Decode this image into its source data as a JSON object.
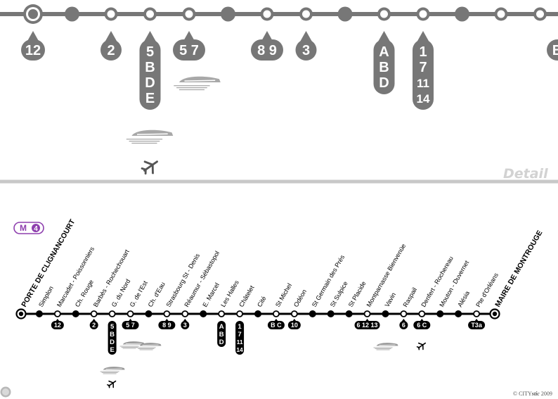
{
  "detail_label": "Detail",
  "line_badge": {
    "letter": "M",
    "number": "4",
    "color": "#8e3fae"
  },
  "credit": {
    "prefix": "© CITY",
    "brand": "stic",
    "year": "2009"
  },
  "colors": {
    "track": "#6b6b6b",
    "detail_track": "#777777",
    "station": "#000000",
    "separator": "#c8c8c8"
  },
  "termini": {
    "north": "PORTE DE CLIGNANCOURT",
    "south": "MAIRE DE MONTROUGE"
  },
  "stations": [
    {
      "name": "Porte de Clignancourt",
      "kind": "terminus"
    },
    {
      "name": "Simplon",
      "kind": "stop"
    },
    {
      "name": "Marcadet - Poissonniers",
      "kind": "connection",
      "conn": [
        "12"
      ]
    },
    {
      "name": "Ch. Rouge",
      "kind": "stop"
    },
    {
      "name": "Barbès - Rochechouart",
      "kind": "connection",
      "conn": [
        "2"
      ]
    },
    {
      "name": "G. du Nord",
      "kind": "connection",
      "conn": [
        "5",
        "B",
        "D",
        "E"
      ],
      "vertical": true,
      "train": 2,
      "plane": true
    },
    {
      "name": "G. de l'Est",
      "kind": "connection",
      "conn": [
        "5",
        "7"
      ],
      "train": 1
    },
    {
      "name": "Ch. d'Eau",
      "kind": "stop"
    },
    {
      "name": "Strasbourg St - Denis",
      "kind": "connection",
      "conn": [
        "8",
        "9"
      ]
    },
    {
      "name": "Réaumur - Sébastopol",
      "kind": "connection",
      "conn": [
        "3"
      ]
    },
    {
      "name": "E. Marcel",
      "kind": "stop"
    },
    {
      "name": "Les Halles",
      "kind": "connection",
      "conn": [
        "A",
        "B",
        "D"
      ],
      "vertical": true
    },
    {
      "name": "Châtelet",
      "kind": "connection",
      "conn": [
        "1",
        "7",
        "11",
        "14"
      ],
      "vertical": true
    },
    {
      "name": "Cité",
      "kind": "stop"
    },
    {
      "name": "St Michel",
      "kind": "connection",
      "conn": [
        "B",
        "C"
      ]
    },
    {
      "name": "Odéon",
      "kind": "connection",
      "conn": [
        "10"
      ]
    },
    {
      "name": "St Germain des Prés",
      "kind": "stop"
    },
    {
      "name": "St Sulpice",
      "kind": "stop"
    },
    {
      "name": "St Placide",
      "kind": "stop"
    },
    {
      "name": "Montparnasse Bienvenüe",
      "kind": "connection",
      "conn": [
        "6",
        "12",
        "13"
      ],
      "train": 1
    },
    {
      "name": "Vavin",
      "kind": "stop"
    },
    {
      "name": "Raspail",
      "kind": "connection",
      "conn": [
        "6"
      ]
    },
    {
      "name": "Denfert - Rochereau",
      "kind": "connection",
      "conn": [
        "6",
        "C"
      ],
      "plane": true
    },
    {
      "name": "Mouton - Duvernet",
      "kind": "stop"
    },
    {
      "name": "Alésia",
      "kind": "stop"
    },
    {
      "name": "Pte d'Orléans",
      "kind": "connection",
      "conn": [
        "T3a"
      ]
    },
    {
      "name": "Mairie de Montrouge",
      "kind": "terminus"
    }
  ],
  "detail": {
    "start": 2,
    "conn_labels": [
      {
        "station": 2,
        "text": "12"
      },
      {
        "station": 4,
        "text": "2"
      },
      {
        "station": 5,
        "text": "5\nB\nD\nE"
      },
      {
        "station": 6,
        "text": "5 7"
      },
      {
        "station": 8,
        "text": "8 9"
      },
      {
        "station": 9,
        "text": "3"
      },
      {
        "station": 11,
        "text": "A\nB\nD"
      },
      {
        "station": 12,
        "text": "1\n7\n11\n14"
      }
    ]
  }
}
